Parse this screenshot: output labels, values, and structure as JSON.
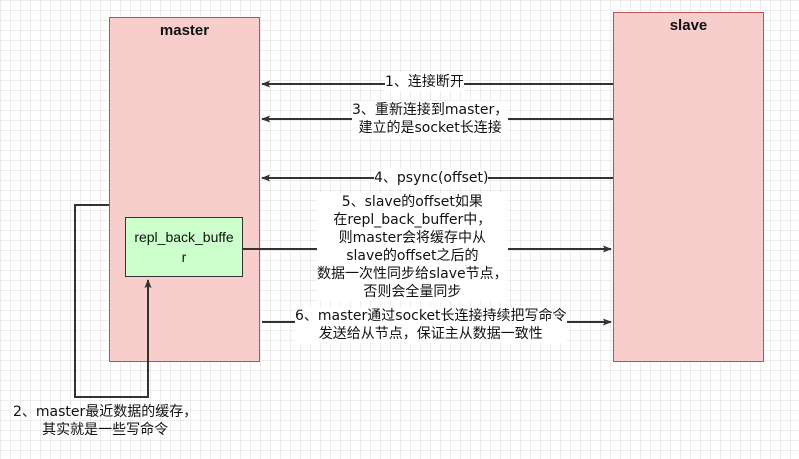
{
  "nodes": {
    "master": "master",
    "slave": "slave",
    "buffer": "repl_back_buffer"
  },
  "edges": {
    "step1": "1、连接断开",
    "step3": "3、重新连接到master，\n建立的是socket长连接",
    "step4": "4、psync(offset)",
    "step5": "5、slave的offset如果\n在repl_back_buffer中，\n则master会将缓存中从\nslave的offset之后的\n数据一次性同步给slave节点，\n否则会全量同步",
    "step6": "6、master通过socket长连接持续把写命令\n发送给从节点，保证主从数据一致性",
    "step2": "2、master最近数据的缓存，\n其实就是一些写命令"
  },
  "colors": {
    "node_fill": "#f8cecc",
    "node_border": "#b85450",
    "buffer_fill": "#ccffcc",
    "edge": "#333333",
    "grid": "#ececec"
  }
}
